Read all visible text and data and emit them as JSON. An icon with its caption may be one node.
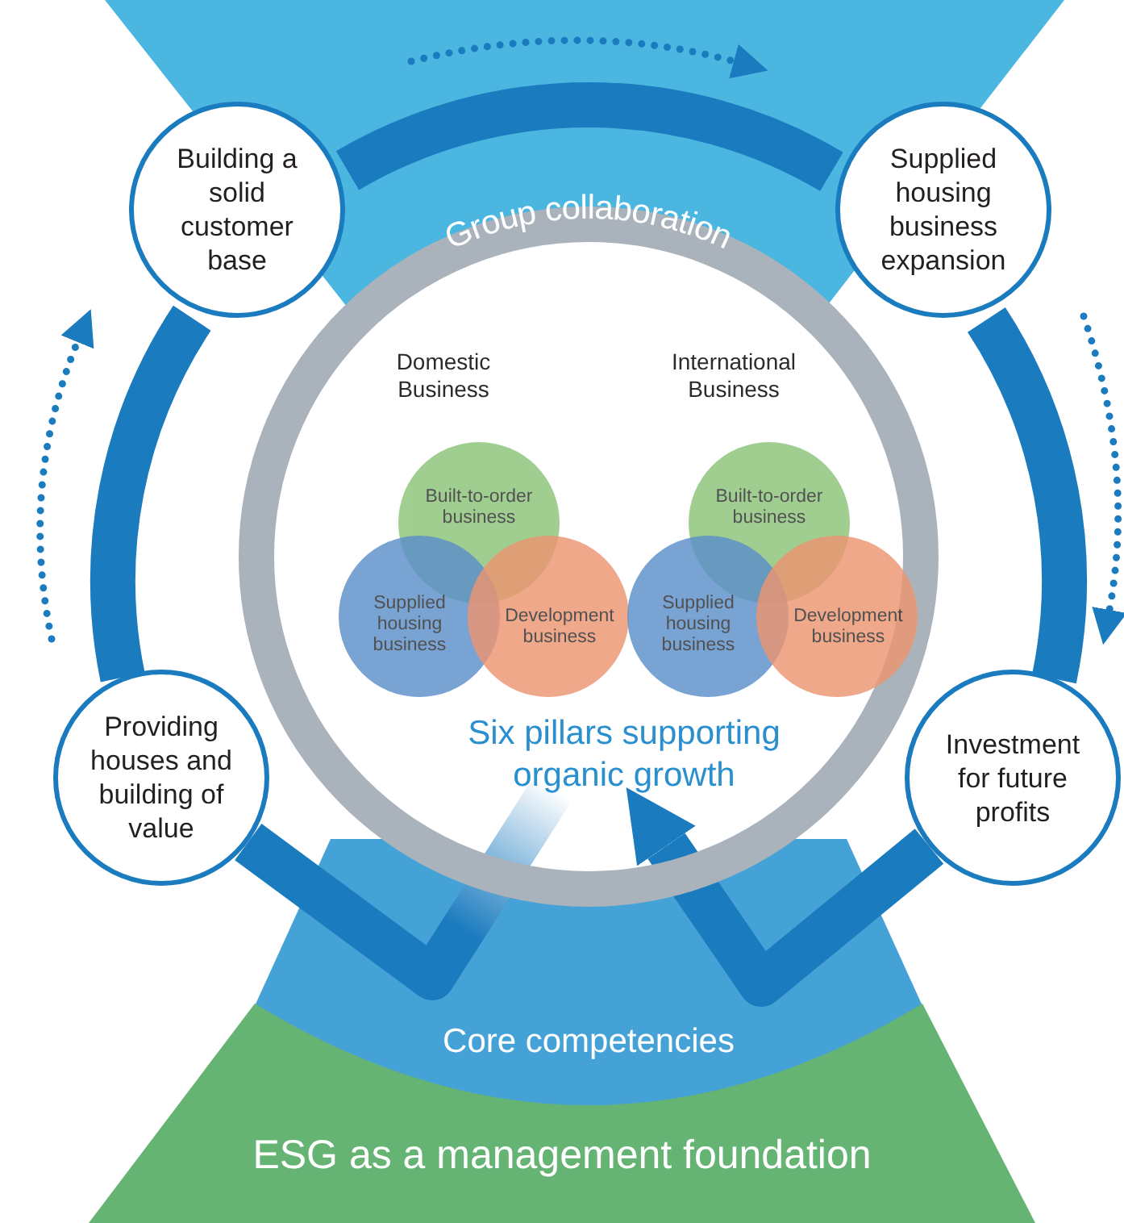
{
  "diagram": {
    "nodes": [
      {
        "text": [
          "Building a solid customer base"
        ]
      },
      {
        "text": [
          "Supplied housing business expansion"
        ]
      },
      {
        "text": [
          "Providing houses and building of value"
        ]
      },
      {
        "text": [
          "Investment for future profits"
        ]
      },
      {
        "text": [
          "Group collaboration"
        ]
      },
      {
        "text": [
          "Built-to-order business"
        ],
        "in": 4
      },
      {
        "text": [
          "Supplied housing business"
        ],
        "in": 4
      },
      {
        "text": [
          "Development business"
        ],
        "in": 4
      },
      {
        "text": [
          "Built-to-order business"
        ],
        "in": 4
      },
      {
        "text": [
          "Supplied housing business"
        ],
        "in": 4
      },
      {
        "text": [
          "Development business"
        ],
        "in": 4
      },
      {
        "text": [
          "Six pillars supporting organic growth"
        ],
        "in": 4
      },
      {
        "text": [
          "Core competencies"
        ]
      },
      {
        "text": [
          "ESG as a management foundation"
        ]
      }
    ],
    "edges": [
      {
        "from": 11,
        "to": 2,
        "arrow": "none"
      },
      {
        "from": 2,
        "to": 0,
        "arrow": "none"
      },
      {
        "from": 0,
        "to": 1,
        "arrow": "none"
      },
      {
        "from": 1,
        "to": 3,
        "arrow": "none"
      },
      {
        "from": 3,
        "to": 11,
        "arrow": "to"
      }
    ],
    "labels": [
      "Domestic Business",
      "International Business"
    ]
  }
}
